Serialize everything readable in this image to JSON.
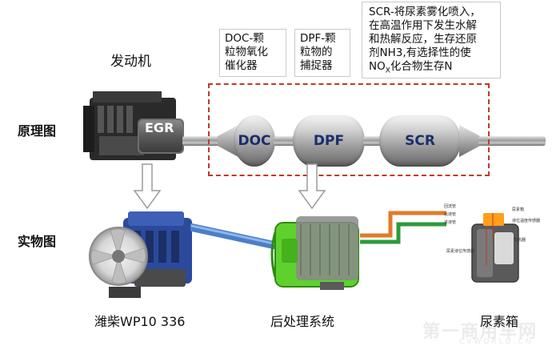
{
  "row_labels": {
    "principle": "原理图",
    "physical": "实物图"
  },
  "engine_title": "发动机",
  "engine_block_label": "EGR",
  "callouts": {
    "doc": [
      "DOC-颗",
      "粒物氧化",
      "催化器"
    ],
    "dpf": [
      "DPF-颗",
      "粒物的",
      "捕捉器"
    ],
    "scr": {
      "lines": [
        "SCR-将尿素雾化喷入，",
        "在高温作用下发生水解",
        "和热解反应，生存还原",
        "剂NH3,有选择性的使"
      ],
      "last_line_prefix": "NO",
      "last_line_sub": "X",
      "last_line_suffix": "化合物生存N"
    }
  },
  "components": {
    "doc": "DOC",
    "dpf": "DPF",
    "scr": "SCR"
  },
  "captions": {
    "engine": "潍柴WP10  336",
    "aftertreatment": "后处理系统",
    "urea_tank": "尿素箱"
  },
  "tank_labels": [
    "回流管",
    "出液管",
    "进液管",
    "尿素液位传感器",
    "尿素箱",
    "液位温度传感器",
    "加热器"
  ],
  "watermark": {
    "main": "第一商用车网",
    "sub": "CVWORLD.CN"
  },
  "colors": {
    "dashed_box": "#c0392b",
    "component_text": "#1b2d6b",
    "engine_blue": "#2b4a9b",
    "filter_green": "#5fd12e",
    "line_orange": "#e07a2a",
    "line_green": "#2e9b3a",
    "arrow_outline": "#9b9b9b"
  }
}
